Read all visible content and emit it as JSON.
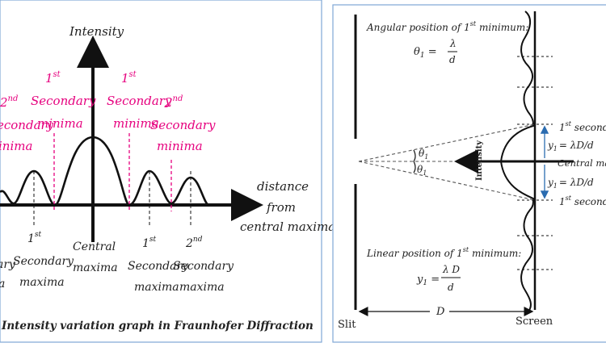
{
  "left_panel": {
    "y_axis_label": "Intensity",
    "x_axis_label": [
      "distance",
      "from",
      "central maxima"
    ],
    "minima_labels": [
      {
        "ord": "2",
        "sup": "nd",
        "line2": "Secondary",
        "line3": "minima",
        "shown_line2": "econdary",
        "shown_line3": "inima"
      },
      {
        "ord": "1",
        "sup": "st",
        "line2": "Secondary",
        "line3": "minima"
      },
      {
        "ord": "1",
        "sup": "st",
        "line2": "Secondary",
        "line3": "minima"
      },
      {
        "ord": "2",
        "sup": "nd",
        "line2": "Secondary",
        "line3": "minima"
      }
    ],
    "maxima_labels": [
      {
        "line1": "ary",
        "line2": "a"
      },
      {
        "ord": "1",
        "sup": "st",
        "line2": "Secondary",
        "line3": "maxima"
      },
      {
        "line1": "Central",
        "line2": "maxima"
      },
      {
        "ord": "1",
        "sup": "st",
        "line2": "Secondary",
        "line3": "maxima"
      },
      {
        "ord": "2",
        "sup": "nd",
        "line2": "Secondary",
        "line3": "maxima"
      }
    ],
    "caption": "Intensity variation graph in Fraunhofer Diffraction"
  },
  "right_panel": {
    "angular_title": "Angular position of 1",
    "angular_title_sup": "st",
    "angular_title_end": " minimum:",
    "theta_formula_lhs": "θ",
    "theta_formula_sub": "1",
    "theta_formula_num": "λ",
    "theta_formula_den": "d",
    "linear_title": "Linear position of 1",
    "linear_title_sup": "st",
    "linear_title_end": " minimum:",
    "y_formula_lhs": "y",
    "y_formula_sub": "1",
    "y_formula_num": "λ D",
    "y_formula_den": "d",
    "theta_label_upper": "θ",
    "theta_label_upper_sub": "1",
    "theta_label_lower": "θ",
    "theta_label_lower_sub": "1",
    "intensity_label": "Intensity",
    "upper_y_eq": "y",
    "upper_y_sub": "1",
    "upper_y_rhs": "= λD/d",
    "lower_y_eq": "y",
    "lower_y_sub": "1",
    "lower_y_rhs": "= λD/d",
    "first_secondary_upper": "1",
    "first_secondary_upper_sup": "st",
    "first_secondary_upper_text": " second",
    "central_label": "Central ma",
    "first_secondary_lower": "1",
    "first_secondary_lower_sup": "st",
    "first_secondary_lower_text": " second",
    "D_label": "D",
    "slit_label": "Slit",
    "screen_label": "Screen"
  },
  "colors": {
    "pink": "#e6007e",
    "ink": "#111111",
    "blue_arrow": "#2b6cb0",
    "border": "#7fa7d6"
  }
}
